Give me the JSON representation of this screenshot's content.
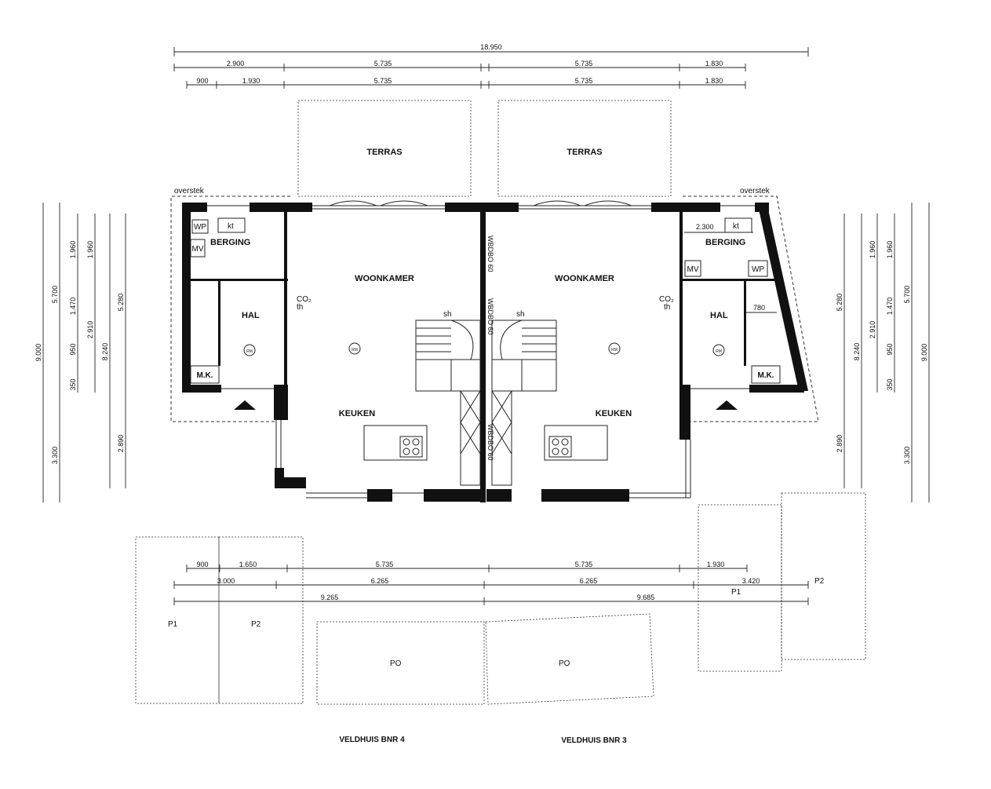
{
  "dimensions": {
    "top_total": "18.950",
    "top_row1": [
      "2.900",
      "5.735",
      "5.735",
      "1.830"
    ],
    "top_row2": [
      "900",
      "1.930",
      "5.735",
      "5.735",
      "1.830"
    ],
    "left": [
      "9.000",
      "5.700",
      "3.300",
      "1.960",
      "1.470",
      "950",
      "350",
      "1.960",
      "2.910",
      "8.240",
      "5.280",
      "2.890"
    ],
    "right": [
      "9.000",
      "5.700",
      "3.300",
      "1.960",
      "1.470",
      "950",
      "350",
      "1.960",
      "2.910",
      "8.240",
      "5.280",
      "2.890"
    ],
    "bottom_row1": [
      "900",
      "1.650",
      "5.735",
      "5.735",
      "1.930"
    ],
    "bottom_row2": [
      "3.000",
      "6.265",
      "6.265",
      "3.420"
    ],
    "bottom_row3": [
      "9.265",
      "9.685"
    ],
    "inner_2300": "2.300",
    "inner_780": "780"
  },
  "rooms": {
    "terras_left": "TERRAS",
    "terras_right": "TERRAS",
    "woonkamer_left": "WOONKAMER",
    "woonkamer_right": "WOONKAMER",
    "keuken_left": "KEUKEN",
    "keuken_right": "KEUKEN",
    "berging_left": "BERGING",
    "berging_right": "BERGING",
    "hal_left": "HAL",
    "hal_right": "HAL",
    "mk_left": "M.K.",
    "mk_right": "M.K."
  },
  "labels": {
    "overstek_left": "overstek",
    "overstek_right": "overstek",
    "wp": "WP",
    "mv": "MV",
    "kt": "kt",
    "co2": "CO₂",
    "th": "th",
    "sh": "sh",
    "rm": "RM",
    "wbdbo": "WBDBO 60",
    "p1": "P1",
    "p2": "P2",
    "po": "PO"
  },
  "captions": {
    "left": "VELDHUIS BNR 4",
    "right": "VELDHUIS BNR 3"
  }
}
